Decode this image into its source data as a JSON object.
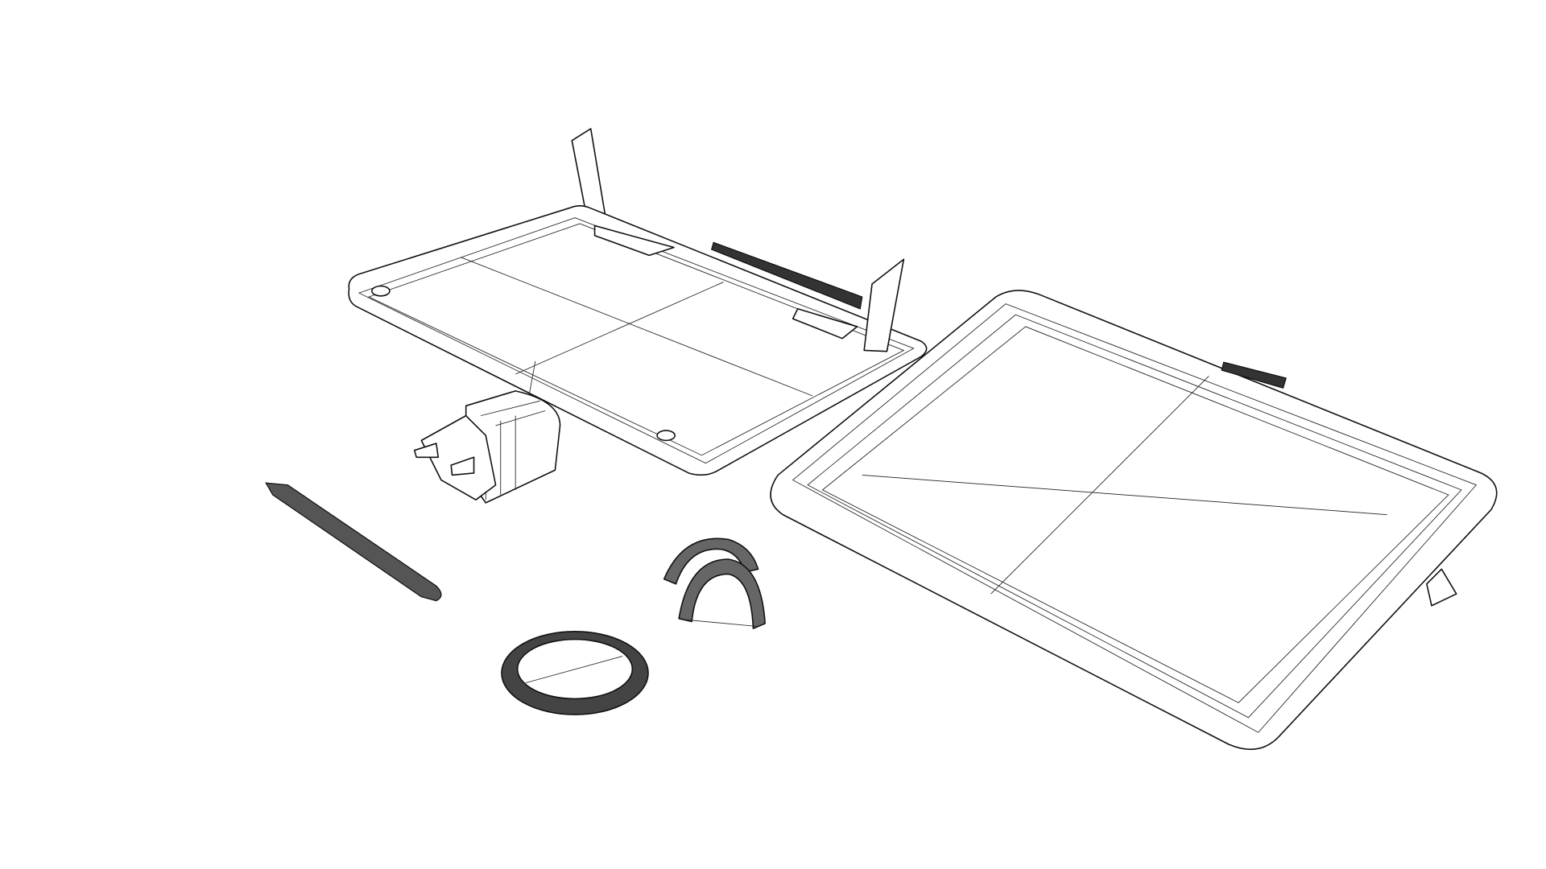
{
  "scene": {
    "background_color": "#ffffff",
    "line_color": "#111111",
    "objects": [
      "tablet-back-view",
      "tablet-front-view",
      "power-adapter",
      "stylus-pen",
      "pen-holder-ring",
      "stand-arcs"
    ]
  }
}
